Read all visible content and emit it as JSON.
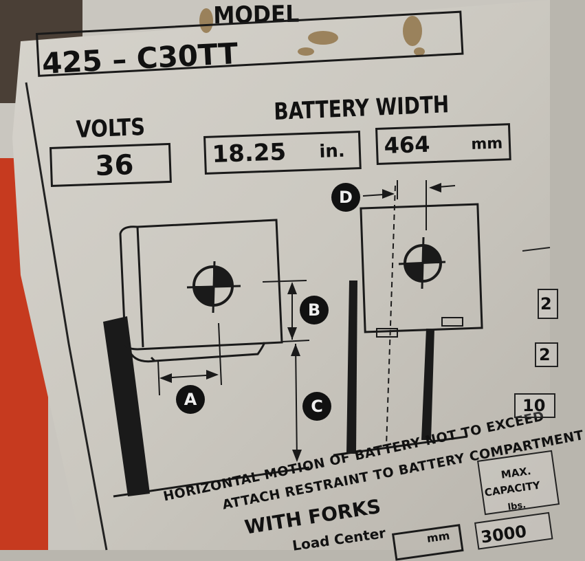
{
  "plate": {
    "model_label": "MODEL",
    "model_value": "425 – C30TT",
    "volts_label": "VOLTS",
    "volts_value": "36",
    "battery_width_label": "BATTERY WIDTH",
    "width_in_value": "18.25",
    "width_in_unit": "in.",
    "width_mm_value": "464",
    "width_mm_unit": "mm"
  },
  "diagram": {
    "markers": [
      "A",
      "B",
      "C",
      "D"
    ]
  },
  "notes": {
    "line1": "HORIZONTAL MOTION OF BATTERY NOT TO EXCEED",
    "line2": "ATTACH RESTRAINT TO BATTERY COMPARTMENT",
    "with_forks": "WITH FORKS",
    "load_center": "Load Center"
  },
  "capacity": {
    "header_line1": "MAX.",
    "header_line2": "CAPACITY",
    "header_line3": "lbs.",
    "value": "3000",
    "unit_mm": "mm",
    "partial_right": [
      "2",
      "2",
      "10"
    ]
  },
  "colors": {
    "plate": "#cfccc5",
    "ink": "#141414",
    "red_paint": "#c83a20",
    "dark_frame": "#3a322c"
  }
}
